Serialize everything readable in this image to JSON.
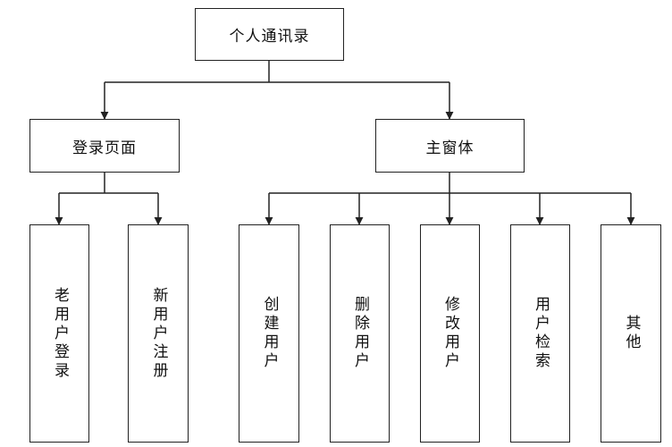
{
  "root": {
    "label": "个人通讯录"
  },
  "branches": [
    {
      "label": "登录页面",
      "children": [
        "老用户登录",
        "新用户注册"
      ]
    },
    {
      "label": "主窗体",
      "children": [
        "创建用户",
        "删除用户",
        "修改用户",
        "用户检索",
        "其他"
      ]
    }
  ],
  "colors": {
    "line": "#222222",
    "box_border": "#222222",
    "background": "#ffffff"
  }
}
